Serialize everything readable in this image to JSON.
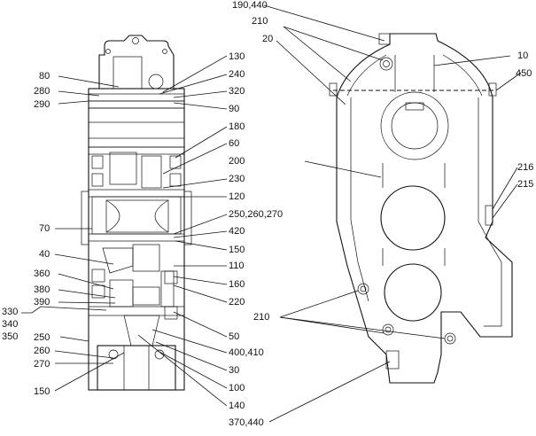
{
  "section_view": {
    "labels": [
      "80",
      "280",
      "290",
      "130",
      "240",
      "320",
      "90",
      "180",
      "60",
      "200",
      "230",
      "120",
      "70",
      "250,260,270",
      "420",
      "150",
      "40",
      "110",
      "360",
      "160",
      "380",
      "220",
      "390",
      "330",
      "340",
      "350",
      "50",
      "400,410",
      "250",
      "260",
      "270",
      "30",
      "100",
      "150",
      "140"
    ]
  },
  "front_view": {
    "labels": [
      "190,440",
      "210",
      "20",
      "10",
      "450",
      "216",
      "215",
      "210",
      "370,440"
    ]
  }
}
